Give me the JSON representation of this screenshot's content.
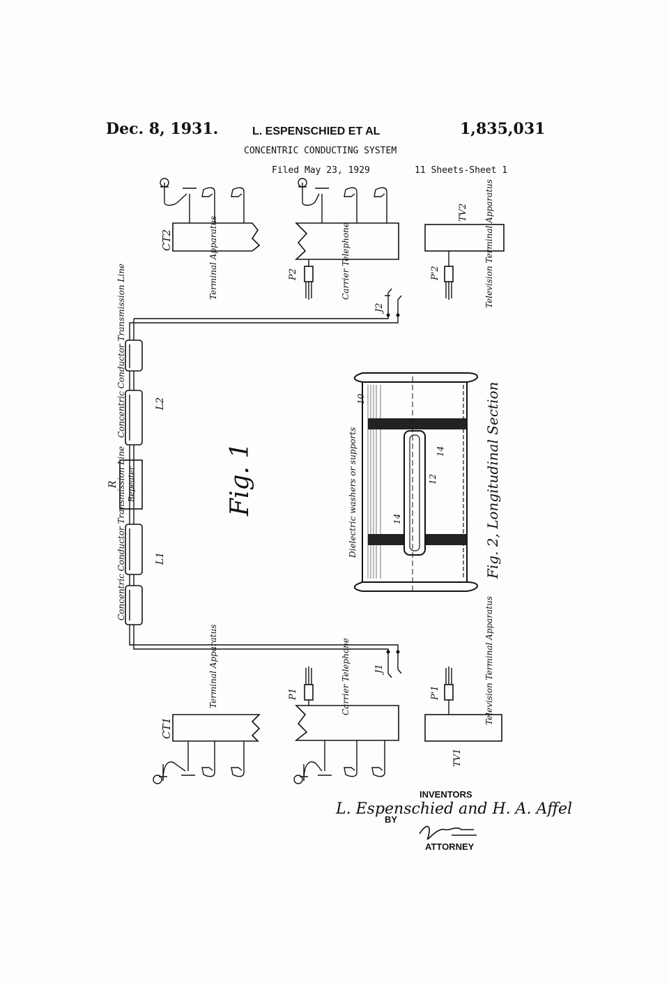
{
  "header": {
    "date": "Dec. 8, 1931.",
    "inventor_title": "L. ESPENSCHIED ET AL",
    "patent_number": "1,835,031",
    "title": "CONCENTRIC CONDUCTING SYSTEM",
    "filed": "Filed May 23, 1929",
    "sheets": "11 Sheets-Sheet 1"
  },
  "fig1": {
    "label": "Fig. 1",
    "top": {
      "ct": "CT2",
      "ct_caption": "Terminal Apparatus",
      "plug": "P2",
      "carrier_caption": "Carrier Telephone",
      "tv": "TV2",
      "tv_plug": "P'2",
      "tv_caption": "Television Terminal Apparatus",
      "jack": "J2"
    },
    "line": {
      "l2": "L2",
      "l2_caption": "Concentric Conductor Transmission Line",
      "repeater_ref": "R",
      "repeater_label": "Repeater",
      "l1": "L1",
      "l1_caption": "Concentric Conductor Transmission Line"
    },
    "bottom": {
      "ct": "CT1",
      "ct_caption": "Terminal Apparatus",
      "plug": "P1",
      "carrier_caption": "Carrier Telephone",
      "tv": "TV1",
      "tv_plug": "P'1",
      "tv_caption": "Television Terminal Apparatus",
      "jack": "J1"
    }
  },
  "fig2": {
    "label": "Fig. 2, Longitudinal Section",
    "ref_outer": "10",
    "ref_inner": "12",
    "ref_washer_a": "14",
    "ref_washer_b": "14",
    "washer_caption": "Dielectric washers or supports"
  },
  "signature": {
    "inventors_label": "INVENTORS",
    "names": "L. Espenschied and H. A. Affel",
    "by": "BY",
    "attorney_label": "ATTORNEY"
  },
  "colors": {
    "ink": "#111111",
    "paper": "#fdfdfb"
  }
}
